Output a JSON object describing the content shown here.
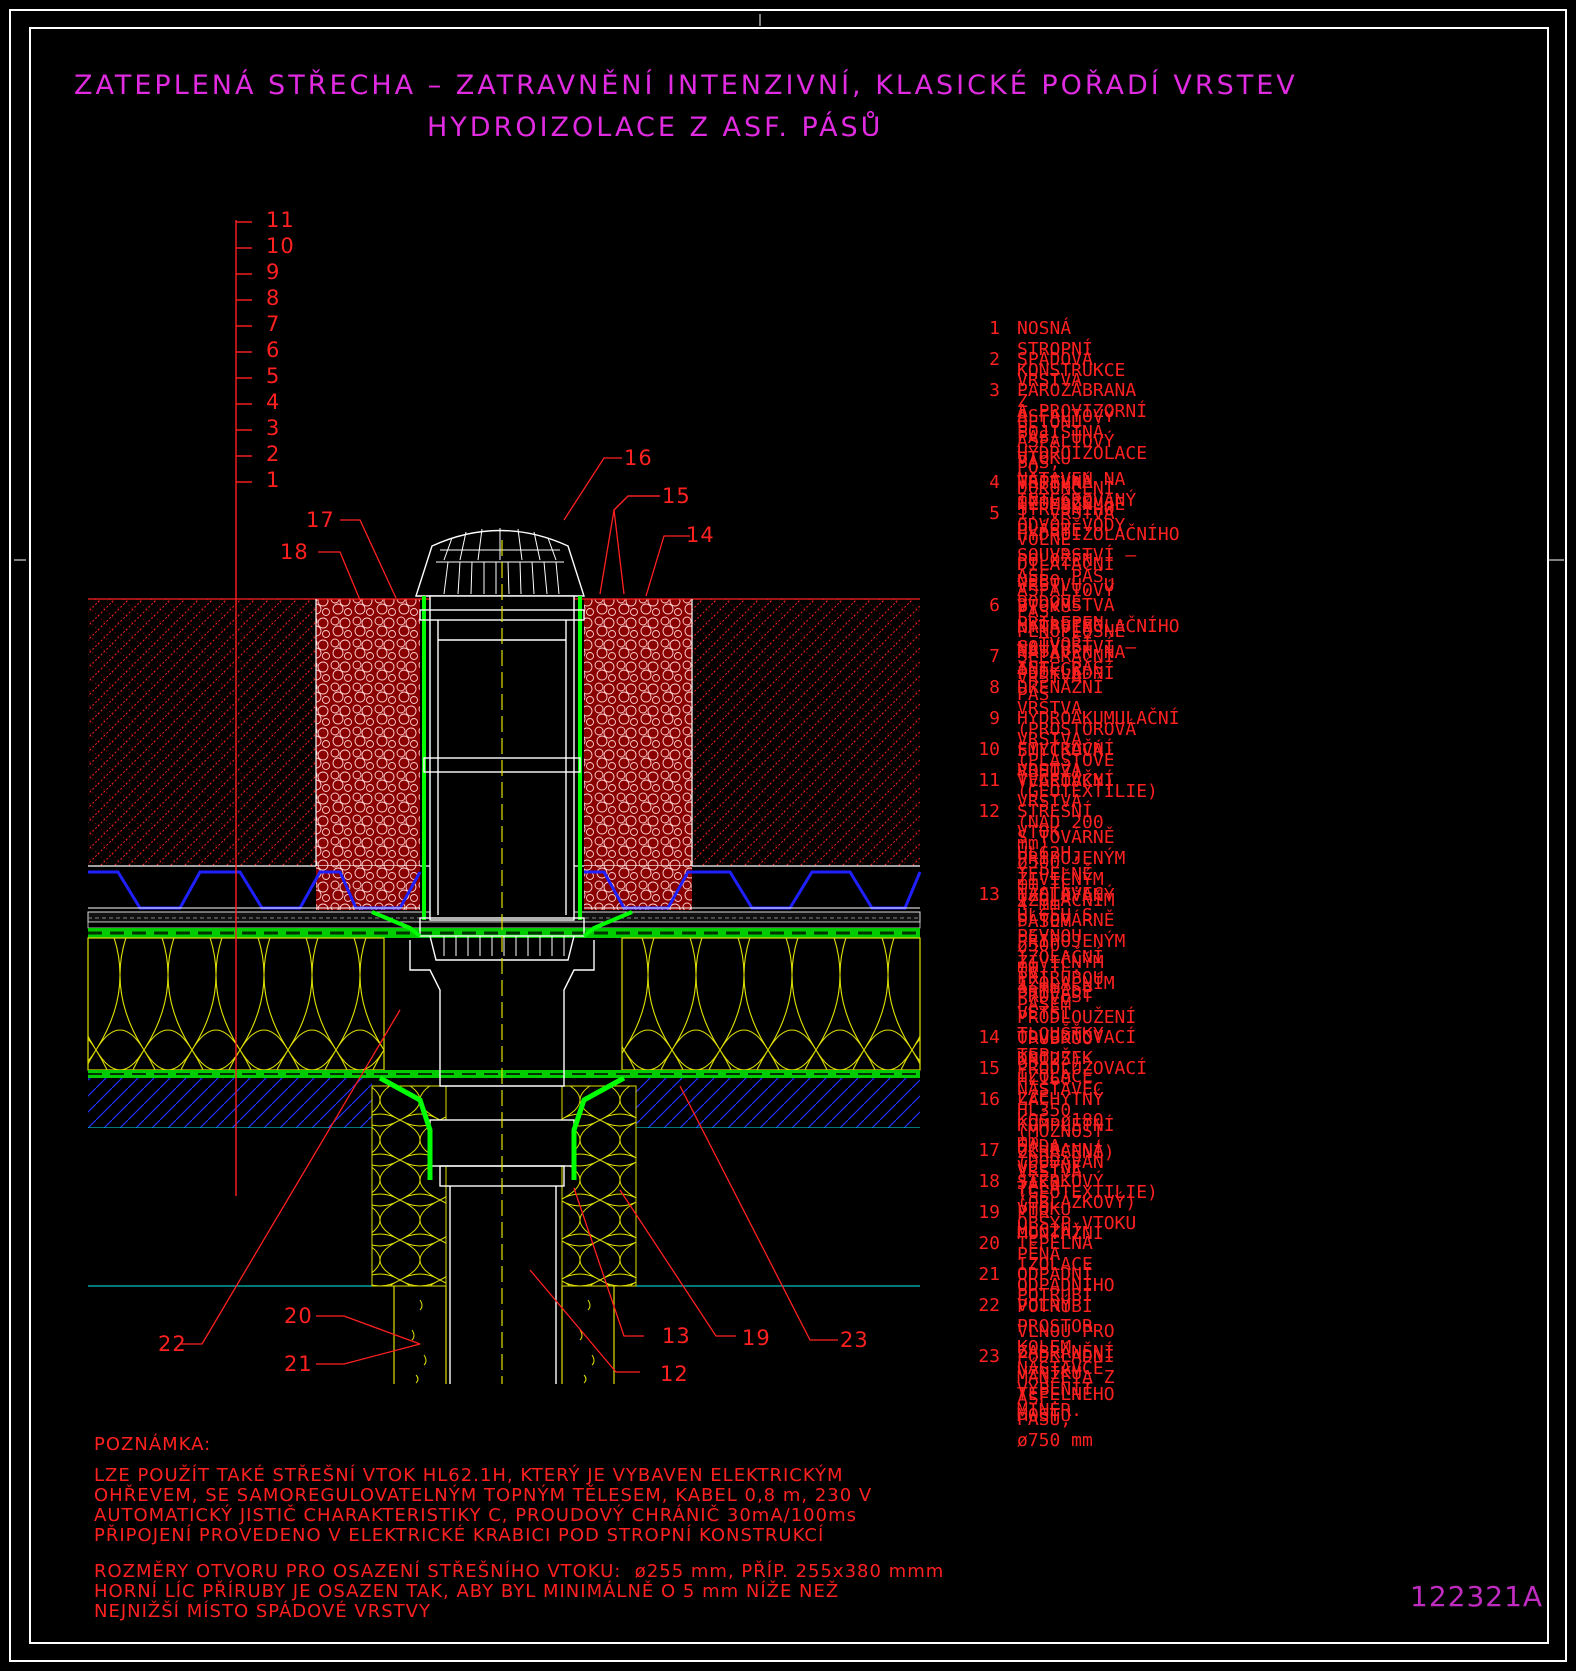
{
  "title": {
    "line1": "ZATEPLENÁ STŘECHA – ZATRAVNĚNÍ INTENZIVNÍ, KLASICKÉ POŘADÍ VRSTEV",
    "line2": "HYDROIZOLACE Z ASF. PÁSŮ"
  },
  "drawing_number": "122321A",
  "layer_scale": [
    "11",
    "10",
    "9",
    "8",
    "7",
    "6",
    "5",
    "4",
    "3",
    "2",
    "1"
  ],
  "callouts": {
    "c16": "16",
    "c15": "15",
    "c14": "14",
    "c17": "17",
    "c18": "18",
    "c22": "22",
    "c20": "20",
    "c21": "21",
    "c13": "13",
    "c19": "19",
    "c23": "23",
    "c12": "12"
  },
  "legend": [
    {
      "num": "1",
      "lines": [
        "NOSNÁ STROPNÍ KONSTRUKCE"
      ]
    },
    {
      "num": "2",
      "lines": [
        "SPÁDOVÁ VRSTVA Z BETONU"
      ]
    },
    {
      "num": "3",
      "lines": [
        "PAROZÁBRANA A PROVIZORNÍ POJISTNÁ HYDROIZOLACE",
        "ASFALTOVÝ PÁS, U VTOKU NATAVEN NA INTEGROVANÝ",
        "ASFALTOVÝ PÁS, VRSTVA NEUMOŽŇUJE ODVOD VODY",
        "PO DOKONČENÍ STŘEŠNÍHO PLÁŠTĚ"
      ]
    },
    {
      "num": "4",
      "lines": [
        "TEPELNÁ IZOLACE"
      ]
    },
    {
      "num": "5",
      "lines": [
        "1. VRSTVA HYDROIZOLAČNÍHO SOUVRSTVÍ – ASF. PÁS",
        "VOLNĚ POLOŽEN NEBO BODOVĚ PŘILEPEN – TVOŘÍ",
        "DILATAČNÍ VRSTVU, U VTOKU NATAVEN NA INTEGR.",
        "ASFALTOVÝ PÁS"
      ]
    },
    {
      "num": "6",
      "lines": [
        "2. VRSTVA HYDROIZOLAČNÍHO SOUVRSTVÍ – ASF. PÁS",
        "PLNOPLOŠNĚ NATAVEN NA PODKLADNÍ PÁS"
      ]
    },
    {
      "num": "7",
      "lines": [
        "SEPARAČNÍ VRSTVA"
      ]
    },
    {
      "num": "8",
      "lines": [
        "DRENÁŽNÍ VRSTVA (PROSTOROVÁ SMYČKOVÁ ROHOŽ)"
      ]
    },
    {
      "num": "9",
      "lines": [
        "HYDROAKUMULAČNÍ VRSTVA (PLASTOVÉ TVAROVKY)"
      ]
    },
    {
      "num": "10",
      "lines": [
        "FILTRAČNÍ VRSTVA (GEOTEXTILIE)"
      ]
    },
    {
      "num": "11",
      "lines": [
        "VEGETAČNÍ VRSTVA (NAD 200 mm)"
      ]
    },
    {
      "num": "12",
      "lines": [
        "STŘEŠNÍ VTOK HL62H, TEPELNĚ IZOLOVANÝ",
        "S TOVÁRNĚ PŘIPOJENÝM ŽIVIČNÝM IZOLAČNÍM PÁSEM",
        "ø500 mm,TL. 4 mm"
      ]
    },
    {
      "num": "13",
      "lines": [
        "NÁSTAVEC HL65H S PEVNOU IZOLAČNÍ PŘÍRUBOU",
        "S TOVÁRNĚ PŘIPOJENÝM ŽIVIČNÝM IZOLAČNÍM PÁSEM",
        "ø500 mm,TL. 4 mm",
        "(V PŘÍPADĚ VĚTŠÍ TLOUŠŤKY TEP. IZOLACE LZE",
        "PROVÉST PRODLOUŽENÍ TRUBKOU DN125)"
      ]
    },
    {
      "num": "14",
      "lines": [
        "ODVODŇOVACÍ KROUŽEK HL160"
      ]
    },
    {
      "num": "15",
      "lines": [
        "PRODLUŽOVACÍ NÁSTAVEC HL350 (MOŽNOST ZKRÁCENÍ)"
      ]
    },
    {
      "num": "16",
      "lines": [
        "ZÁCHYTNÝ KOŠ ø180 mm (DODÁVÁN JAKO",
        "KOMPLETNÍ SADA VČETNĚ TĚLA VTOKU HL62H)"
      ]
    },
    {
      "num": "17",
      "lines": [
        "OCHRANNÁ VRSTVA (GEOTEXTILIE)"
      ]
    },
    {
      "num": "18",
      "lines": [
        "ŠTĚRKOVÝ (OBLÁZKOVÝ) OBSYP VTOKU"
      ]
    },
    {
      "num": "19",
      "lines": [
        "PUR MONTÁŽNÍ PĚNA"
      ]
    },
    {
      "num": "20",
      "lines": [
        "TEPELNÁ IZOLACE ODPADNÍHO POTRUBÍ"
      ]
    },
    {
      "num": "21",
      "lines": [
        "ODPADNÍ POTRUBÍ"
      ]
    },
    {
      "num": "22",
      "lines": [
        "VOLNÝ PROSTOR KOLEM NÁSTAVCE VYPLNIT MINER.",
        "VLNOU PRO ZABRÁNĚNÍ VZNIKU TEPELNÉHO MOSTU"
      ]
    },
    {
      "num": "23",
      "lines": [
        "PODKLADNÍ MANŽETA Z ASF. PÁSU, ø750 mm"
      ]
    }
  ],
  "note": {
    "heading": "POZNÁMKA:",
    "para1": [
      "LZE POUŽÍT TAKÉ STŘEŠNÍ VTOK HL62.1H, KTERÝ JE VYBAVEN ELEKTRICKÝM",
      "OHŘEVEM, SE SAMOREGULOVATELNÝM TOPNÝM TĚLESEM, KABEL 0,8 m, 230 V",
      "AUTOMATICKÝ JISTIČ CHARAKTERISTIKY C, PROUDOVÝ CHRÁNIČ 30mA/100ms",
      "PŘIPOJENÍ PROVEDENO V ELEKTRICKÉ KRABICI POD STROPNÍ KONSTRUKCÍ"
    ],
    "para2": [
      "ROZMĚRY OTVORU PRO OSAZENÍ STŘEŠNÍHO VTOKU:  ø255 mm, PŘÍP. 255x380 mmm",
      "HORNÍ LÍC PŘÍRUBY JE OSAZEN TAK, ABY BYL MINIMÁLNĚ O 5 mm NÍŽE NEŽ",
      "NEJNIŽŠÍ MÍSTO SPÁDOVÉ VRSTVY"
    ]
  },
  "colors": {
    "background": "#000000",
    "frame": "#ffffff",
    "title": "#e02be0",
    "annotation": "#ff2020",
    "insulation": "#ffff00",
    "membrane": "#00ff00",
    "drainage": "#2020ff",
    "concrete": "#00c0c0",
    "gravel": "#b00000"
  }
}
